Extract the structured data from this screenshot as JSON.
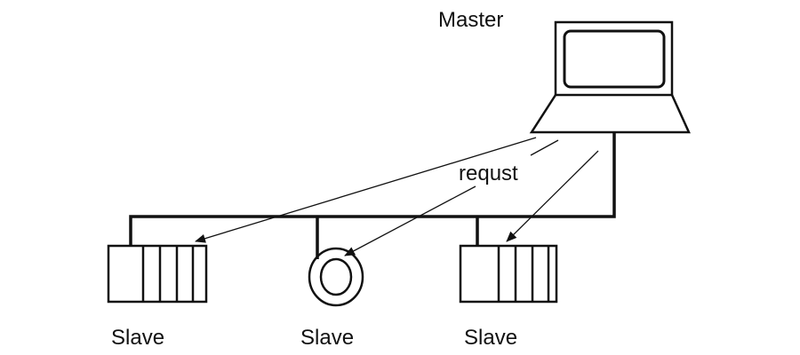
{
  "master": {
    "label": "Master",
    "icon": "laptop-icon"
  },
  "request_label": "requst",
  "slaves": [
    {
      "label": "Slave",
      "icon": "io-module-icon"
    },
    {
      "label": "Slave",
      "icon": "sensor-ring-icon"
    },
    {
      "label": "Slave",
      "icon": "io-module-icon"
    }
  ],
  "colors": {
    "stroke": "#111111",
    "background": "#ffffff"
  }
}
